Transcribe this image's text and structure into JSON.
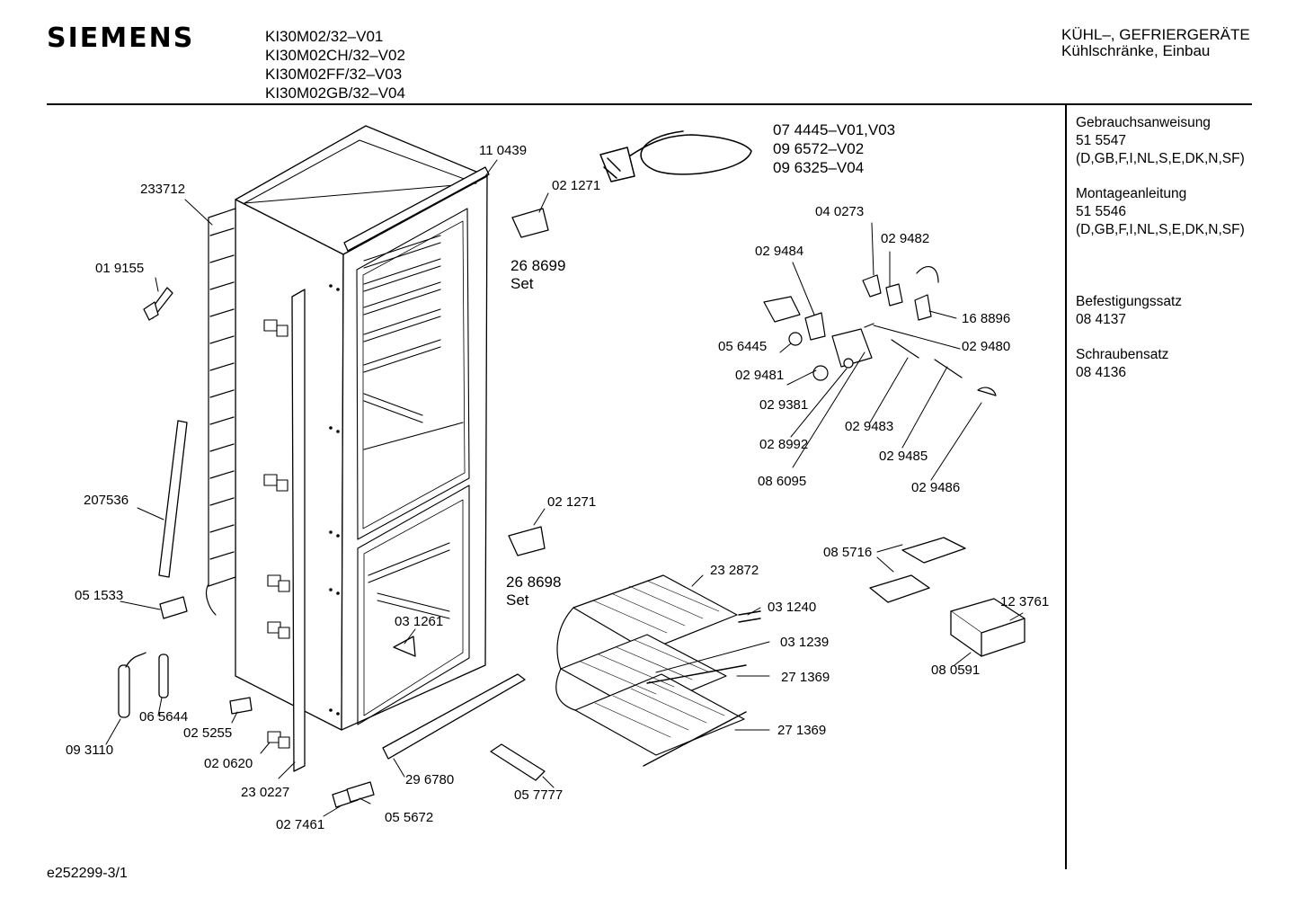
{
  "header": {
    "brand": "SIEMENS",
    "models": [
      "KI30M02/32–V01",
      "KI30M02CH/32–V02",
      "KI30M02FF/32–V03",
      "KI30M02GB/32–V04"
    ],
    "category_line1": "KÜHL–, GEFRIERGERÄTE",
    "category_line2": "Kühlschränke, Einbau"
  },
  "sidebar": {
    "items": [
      {
        "title": "Gebrauchsanweisung",
        "number": "51 5547",
        "langs": "(D,GB,F,I,NL,S,E,DK,N,SF)"
      },
      {
        "title": "Montageanleitung",
        "number": "51 5546",
        "langs": "(D,GB,F,I,NL,S,E,DK,N,SF)"
      },
      {
        "title": "Befestigungssatz",
        "number": "08 4137"
      },
      {
        "title": "Schraubensatz",
        "number": "08 4136"
      }
    ]
  },
  "cable_parts": [
    "07 4445–V01,V03",
    "09 6572–V02",
    "09 6325–V04"
  ],
  "hinge_sets": [
    {
      "number": "26 8699",
      "suffix": "Set"
    },
    {
      "number": "26 8698",
      "suffix": "Set"
    }
  ],
  "part_labels": [
    "233712",
    "11 0439",
    "02 1271",
    "01 9155",
    "207536",
    "05 1533",
    "09 3110",
    "06 5644",
    "02 5255",
    "02 0620",
    "23 0227",
    "02 7461",
    "05 5672",
    "29 6780",
    "05 7777",
    "03 1261",
    "02 1271",
    "23 2872",
    "03 1240",
    "03 1239",
    "27 1369",
    "27 1369",
    "04 0273",
    "02 9484",
    "02 9482",
    "16 8896",
    "05 6445",
    "02 9480",
    "02 9481",
    "02 9381",
    "02 9483",
    "02 8992",
    "02 9485",
    "08 6095",
    "02 9486",
    "08 5716",
    "12 3761",
    "08 0591"
  ],
  "footer": {
    "code": "e252299-3/1"
  },
  "colors": {
    "ink": "#000000",
    "paper": "#ffffff"
  }
}
